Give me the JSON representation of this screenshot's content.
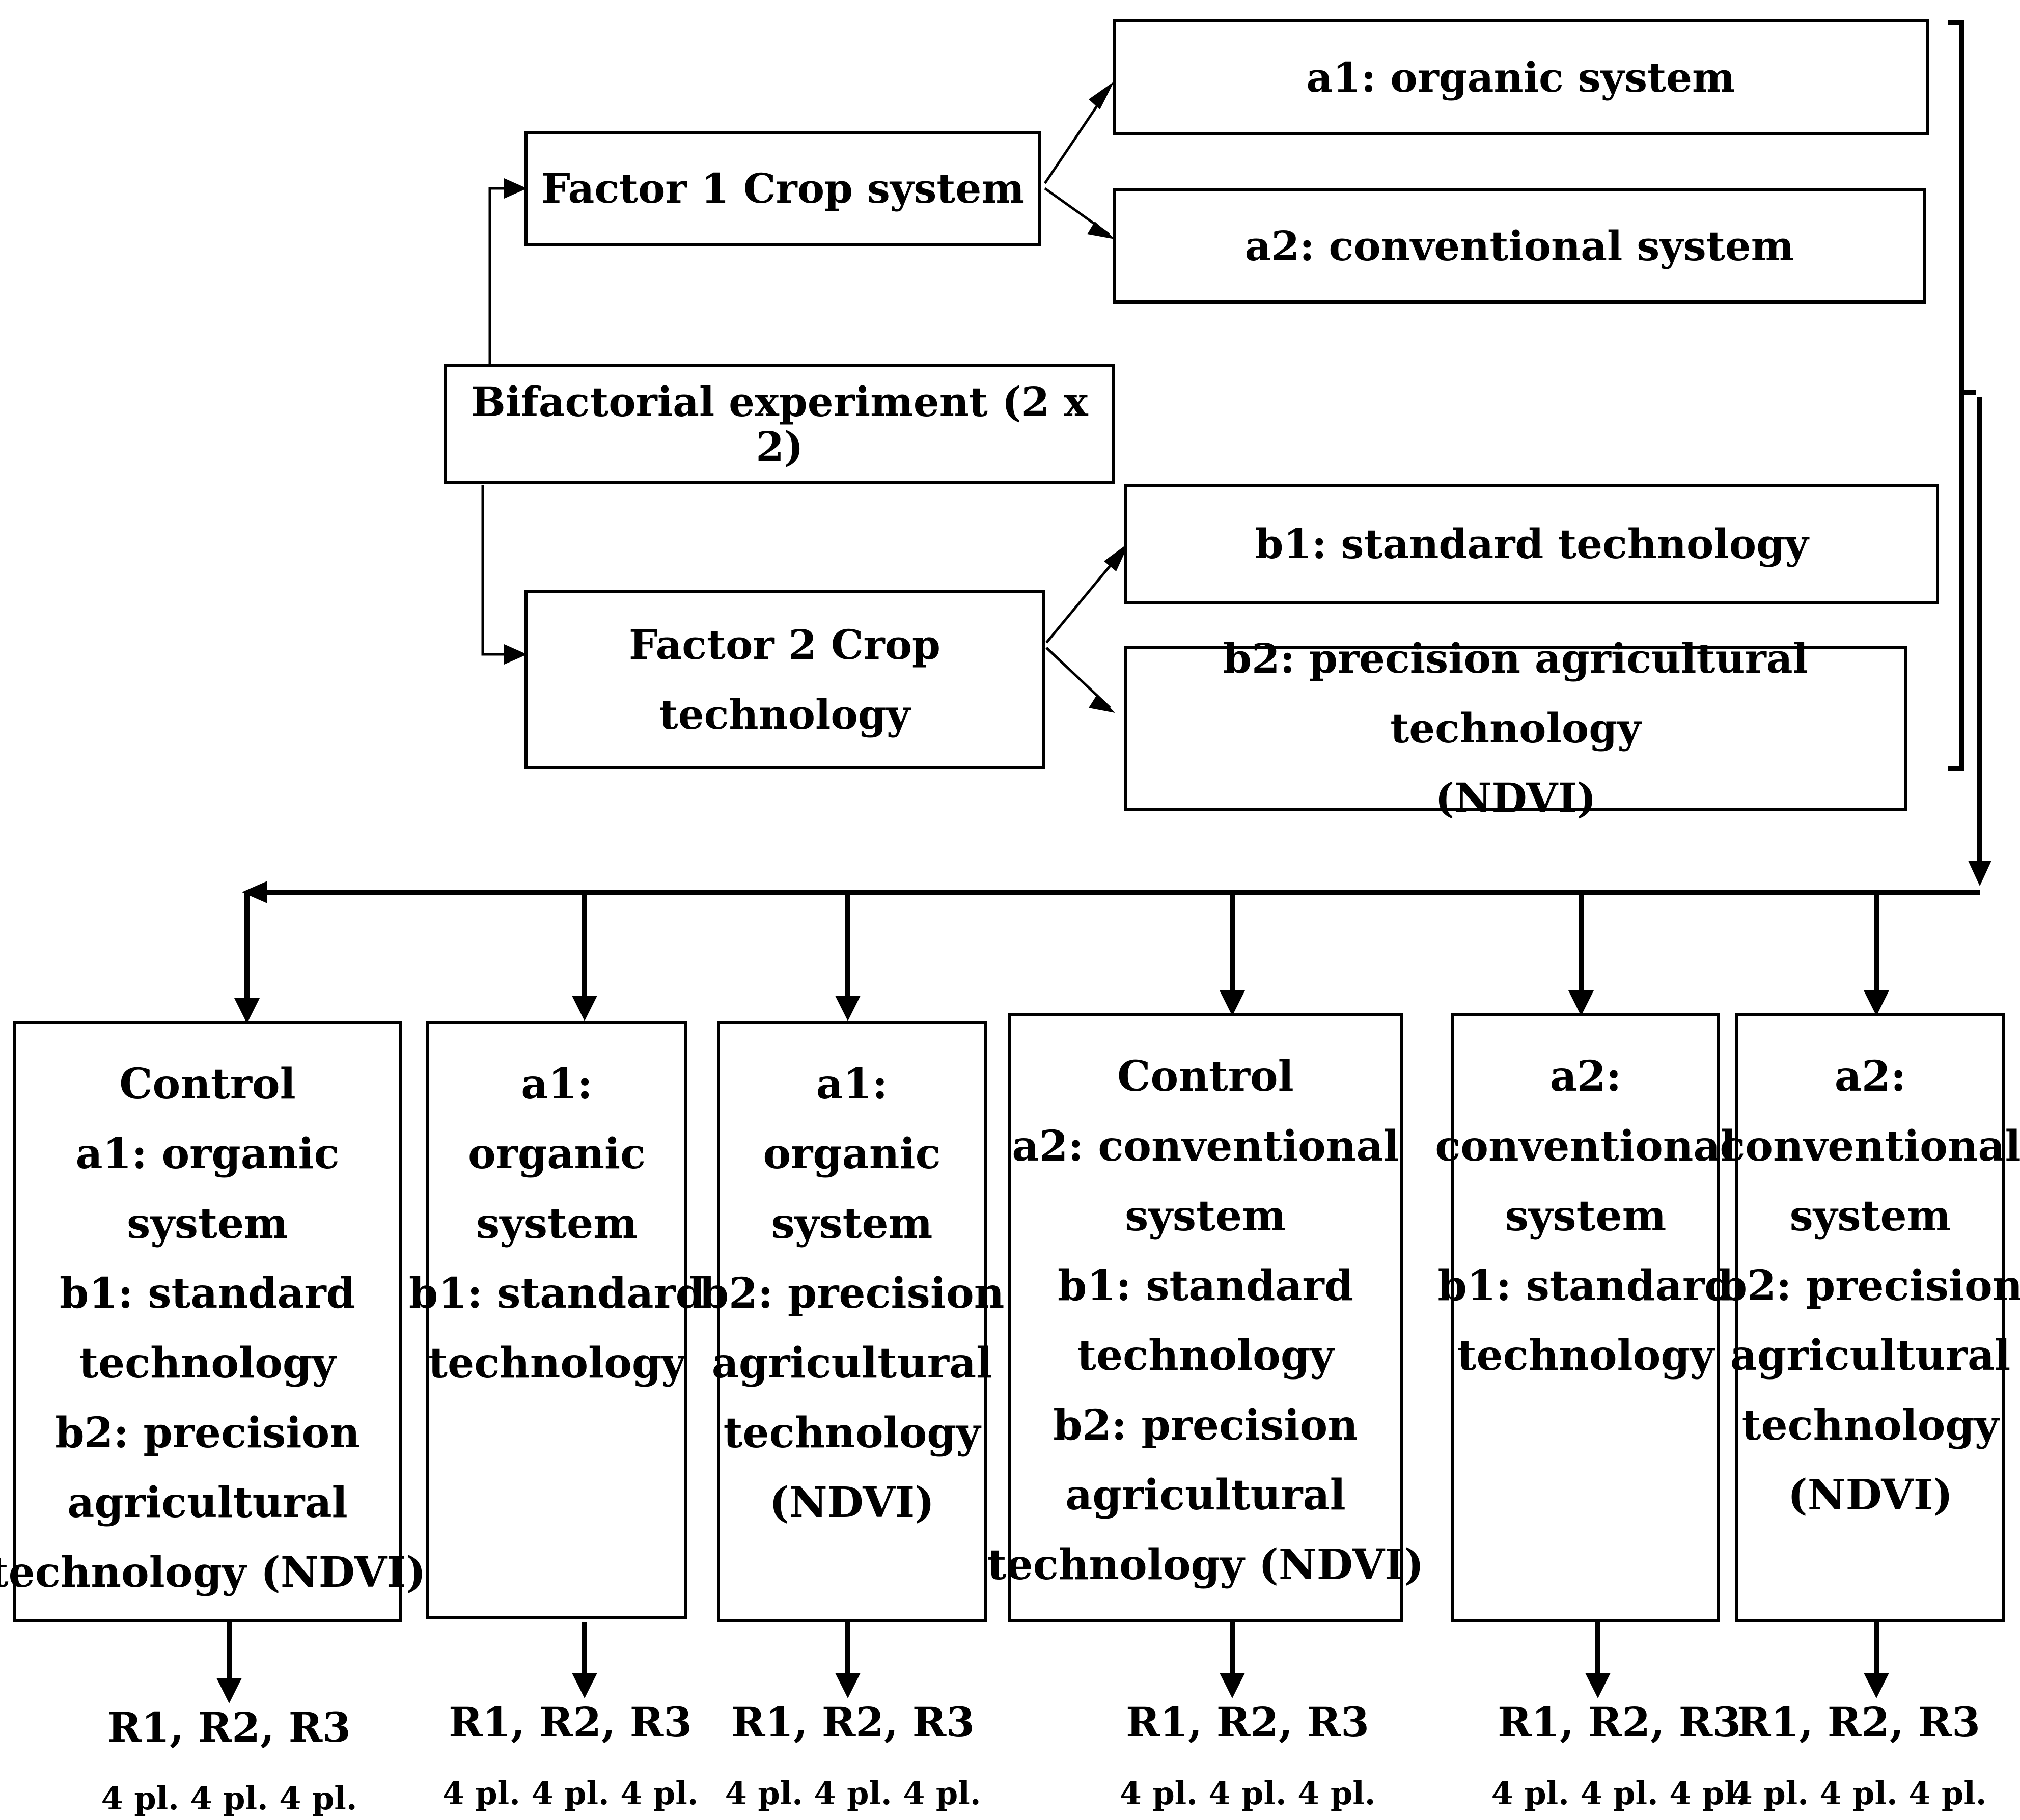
{
  "root": {
    "label": "Bifactorial experiment (2 x 2)"
  },
  "factor1": {
    "label": "Factor 1 Crop system",
    "levels": [
      "a1: organic system",
      "a2: conventional system"
    ]
  },
  "factor2": {
    "lines": [
      "Factor 2 Crop",
      "technology"
    ],
    "levels": [
      {
        "lines": [
          "b1: standard technology"
        ]
      },
      {
        "lines": [
          "b2: precision agricultural technology",
          "(NDVI)"
        ]
      }
    ]
  },
  "treatments": [
    {
      "lines": [
        "Control",
        "a1: organic",
        "system",
        "b1: standard",
        "technology",
        "b2: precision",
        "agricultural",
        "technology (NDVI)"
      ],
      "replicates": "R1, R2, R3",
      "plots": "4 pl. 4 pl. 4 pl."
    },
    {
      "lines": [
        "a1:",
        "organic",
        "system",
        "b1: standard",
        "technology"
      ],
      "replicates": "R1, R2, R3",
      "plots": "4 pl. 4 pl. 4 pl."
    },
    {
      "lines": [
        "a1:",
        "organic",
        "system",
        "b2: precision",
        "agricultural",
        "technology",
        "(NDVI)"
      ],
      "replicates": "R1, R2, R3",
      "plots": "4 pl. 4 pl. 4 pl."
    },
    {
      "lines": [
        "Control",
        "a2: conventional",
        "system",
        "b1: standard",
        "technology",
        "b2: precision",
        "agricultural",
        "technology (NDVI)"
      ],
      "replicates": "R1, R2, R3",
      "plots": "4 pl. 4 pl. 4 pl."
    },
    {
      "lines": [
        "a2:",
        "conventional",
        "system",
        "b1: standard",
        "technology"
      ],
      "replicates": "R1, R2, R3",
      "plots": "4 pl. 4 pl. 4 pl."
    },
    {
      "lines": [
        "a2:",
        "conventional",
        "system",
        "b2: precision",
        "agricultural",
        "technology",
        "(NDVI)"
      ],
      "replicates": "R1, R2, R3",
      "plots": "4 pl. 4 pl. 4 pl."
    }
  ]
}
